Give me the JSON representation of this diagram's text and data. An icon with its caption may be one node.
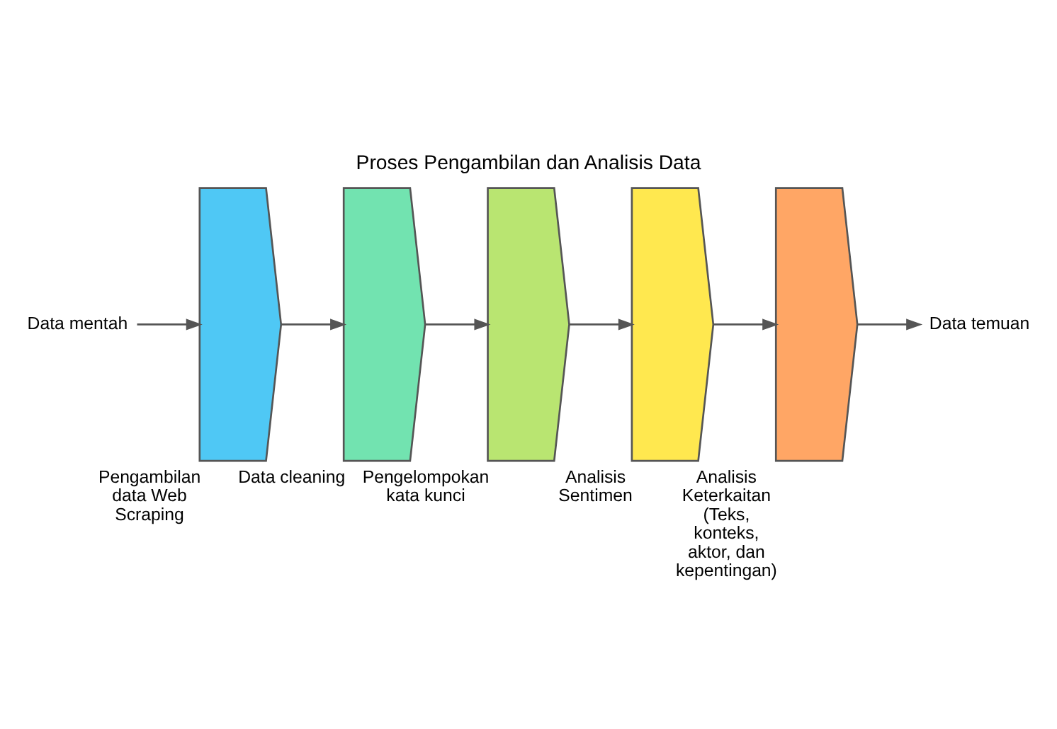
{
  "diagram": {
    "title": "Proses Pengambilan dan Analisis Data",
    "nodes": [
      {
        "text": [
          "Data mentah"
        ]
      },
      {
        "text": [],
        "shape": "chevron",
        "beside": [
          "Pengambilan data Web Scraping"
        ]
      },
      {
        "text": [],
        "shape": "chevron",
        "beside": [
          "Data cleaning"
        ]
      },
      {
        "text": [],
        "shape": "chevron",
        "beside": [
          "Pengelompokan kata kunci"
        ]
      },
      {
        "text": [],
        "shape": "chevron",
        "beside": [
          "Analisis Sentimen"
        ]
      },
      {
        "text": [],
        "shape": "chevron",
        "beside": [
          "Analisis Keterkaitan (Teks, konteks, aktor, dan kepentingan)"
        ]
      },
      {
        "text": [
          "Data temuan"
        ]
      }
    ],
    "edges": [
      {
        "from": 0,
        "to": 1,
        "arrow": "to"
      },
      {
        "from": 1,
        "to": 2,
        "arrow": "to"
      },
      {
        "from": 2,
        "to": 3,
        "arrow": "to"
      },
      {
        "from": 3,
        "to": 4,
        "arrow": "to"
      },
      {
        "from": 4,
        "to": 5,
        "arrow": "to"
      },
      {
        "from": 5,
        "to": 6,
        "arrow": "to"
      }
    ]
  }
}
